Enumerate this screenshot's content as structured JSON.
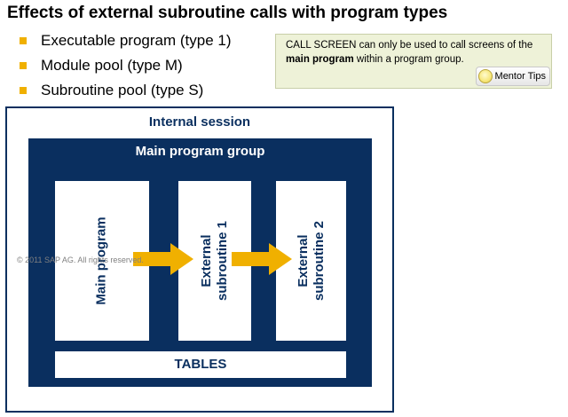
{
  "title": "Effects of external subroutine calls with program types",
  "bullets": [
    "Executable program (type 1)",
    "Module pool (type M)",
    "Subroutine pool (type S)"
  ],
  "tip": {
    "text_before": "CALL SCREEN can only be used to call screens of the ",
    "text_bold": "main program",
    "text_after": " within a program group.",
    "badge_label": "Mentor Tips",
    "badge_icon": "lightbulb-icon"
  },
  "diagram": {
    "session_label": "Internal session",
    "group_label": "Main program group",
    "columns": {
      "main": "Main program",
      "ext1_line1": "External",
      "ext1_line2": "subroutine 1",
      "ext2_line1": "External",
      "ext2_line2": "subroutine 2"
    },
    "tables_label": "TABLES"
  },
  "copyright": "© 2011 SAP AG. All rights reserved.",
  "colors": {
    "navy": "#0a2f5f",
    "arrow": "#f0b000",
    "tip_background": "#eef2d8",
    "bullet": "#f0b000"
  }
}
